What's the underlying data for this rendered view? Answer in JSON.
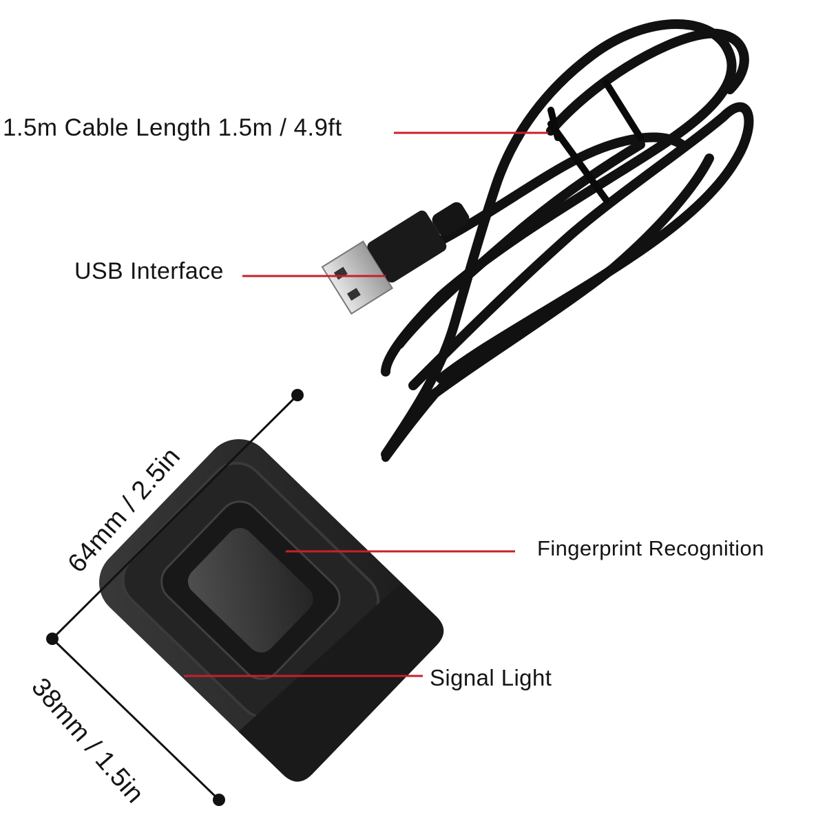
{
  "annotations": {
    "cable": "1.5m Cable Length 1.5m / 4.9ft",
    "usb": "USB Interface",
    "fingerprint": "Fingerprint Recognition",
    "signal": "Signal Light"
  },
  "dimensions": {
    "length": "64mm / 2.5in",
    "width": "38mm / 1.5in"
  },
  "colors": {
    "leader_line": "#c8202a",
    "device_body": "#2a2a2a",
    "cable": "#111111",
    "background": "#ffffff"
  }
}
